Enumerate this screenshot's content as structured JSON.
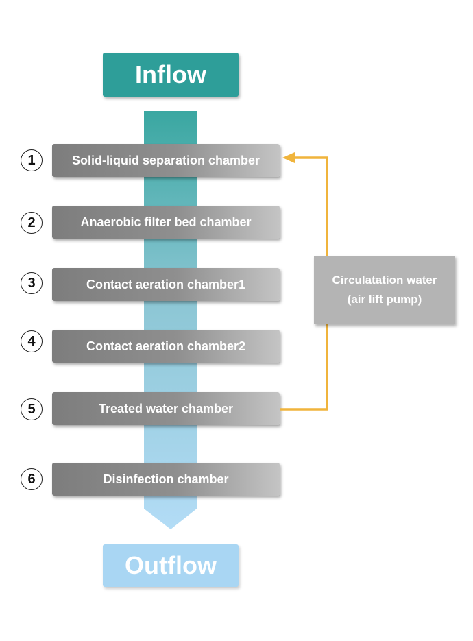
{
  "inflow": "Inflow",
  "outflow": "Outflow",
  "chambers": [
    {
      "num": "1",
      "label": "Solid-liquid separation chamber"
    },
    {
      "num": "2",
      "label": "Anaerobic filter bed chamber"
    },
    {
      "num": "3",
      "label": "Contact aeration chamber1"
    },
    {
      "num": "4",
      "label": "Contact aeration chamber2"
    },
    {
      "num": "5",
      "label": "Treated water chamber"
    },
    {
      "num": "6",
      "label": "Disinfection chamber"
    }
  ],
  "circulation": {
    "line1": "Circulatation water",
    "line2": "(air lift pump)"
  },
  "colors": {
    "inflow": "#2e9e99",
    "outflow": "#a9d6f3",
    "circulation_line": "#f0b43c",
    "chamber": "#8f8f8f"
  }
}
